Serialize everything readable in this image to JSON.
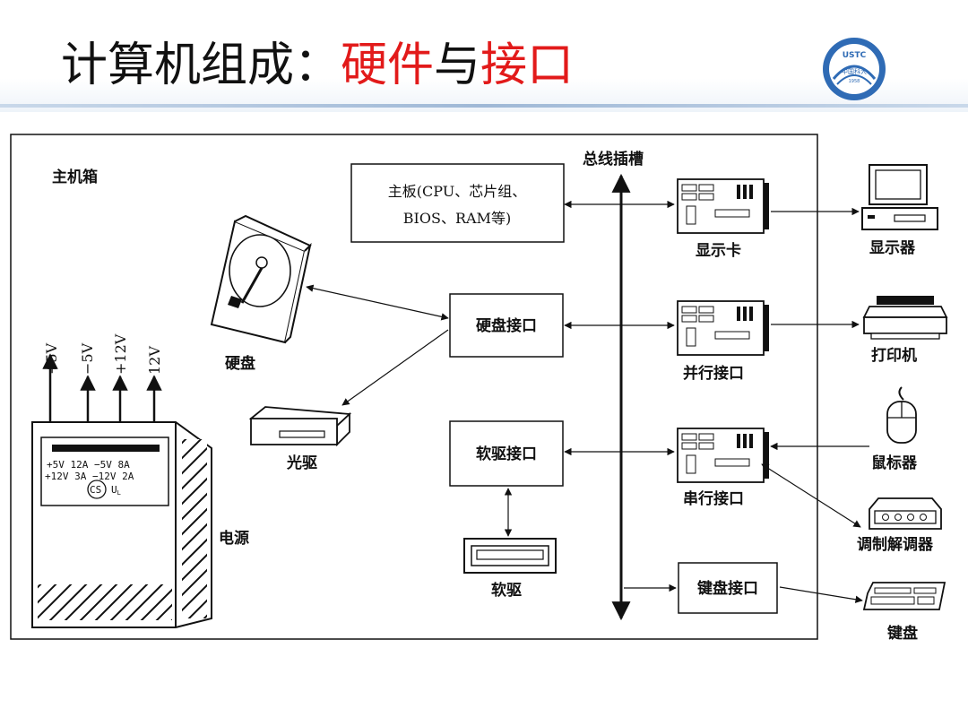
{
  "title": {
    "part1": "计算机组成：",
    "part2": "硬件",
    "part3": "与",
    "part4": "接口"
  },
  "logo": {
    "text": "USTC",
    "sub": "中国科大",
    "year": "1958"
  },
  "colors": {
    "accent": "#e21a1a",
    "header_line": "#9fb8d6"
  },
  "diagram": {
    "chassis": "主机箱",
    "bus": "总线插槽",
    "motherboard_l1": "主板(CPU、芯片组、",
    "motherboard_l2": "BIOS、RAM等)",
    "hdd": "硬盘",
    "cdrom": "光驱",
    "floppy": "软驱",
    "power": "电源",
    "hdd_if": "硬盘接口",
    "fdd_if": "软驱接口",
    "vga": "显示卡",
    "lpt": "并行接口",
    "com": "串行接口",
    "kbd_if": "键盘接口",
    "monitor": "显示器",
    "printer": "打印机",
    "mouse": "鼠标器",
    "modem": "调制解调器",
    "keyboard": "键盘",
    "voltages": [
      "+5V",
      "−5V",
      "+12V",
      "12V"
    ],
    "psu_line1": "+5V 12A  −5V 8A",
    "psu_line2": "+12V 3A  −12V 2A",
    "psu_mark": "CS",
    "psu_mark2": "U",
    "psu_mark2_sub": "L"
  }
}
